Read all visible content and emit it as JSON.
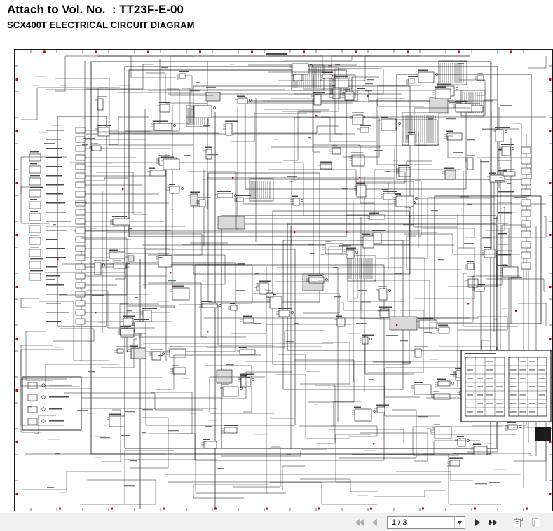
{
  "header": {
    "attach_line": "Attach to Vol. No.  : TT23F-E-00",
    "subtitle": "SCX400T ELECTRICAL CIRCUIT DIAGRAM"
  },
  "diagram": {
    "description": "Dense electrical wiring schematic sheet; component labels illegible at this scale",
    "ink": "#151515",
    "greek": "#4a4a4a",
    "accent": "#c41212",
    "paper": "#ffffff"
  },
  "toolbar": {
    "page_value": "1 / 3",
    "icons": {
      "first": "first-page-icon",
      "previous": "previous-page-icon",
      "caret": "dropdown-arrow-icon",
      "next": "next-page-icon",
      "last": "last-page-icon",
      "single": "single-page-icon",
      "double": "two-pages-icon"
    },
    "colors": {
      "enabled": "#2f2f2f",
      "disabled": "#aeaeae",
      "bar_background": "#f0f0f0"
    }
  }
}
